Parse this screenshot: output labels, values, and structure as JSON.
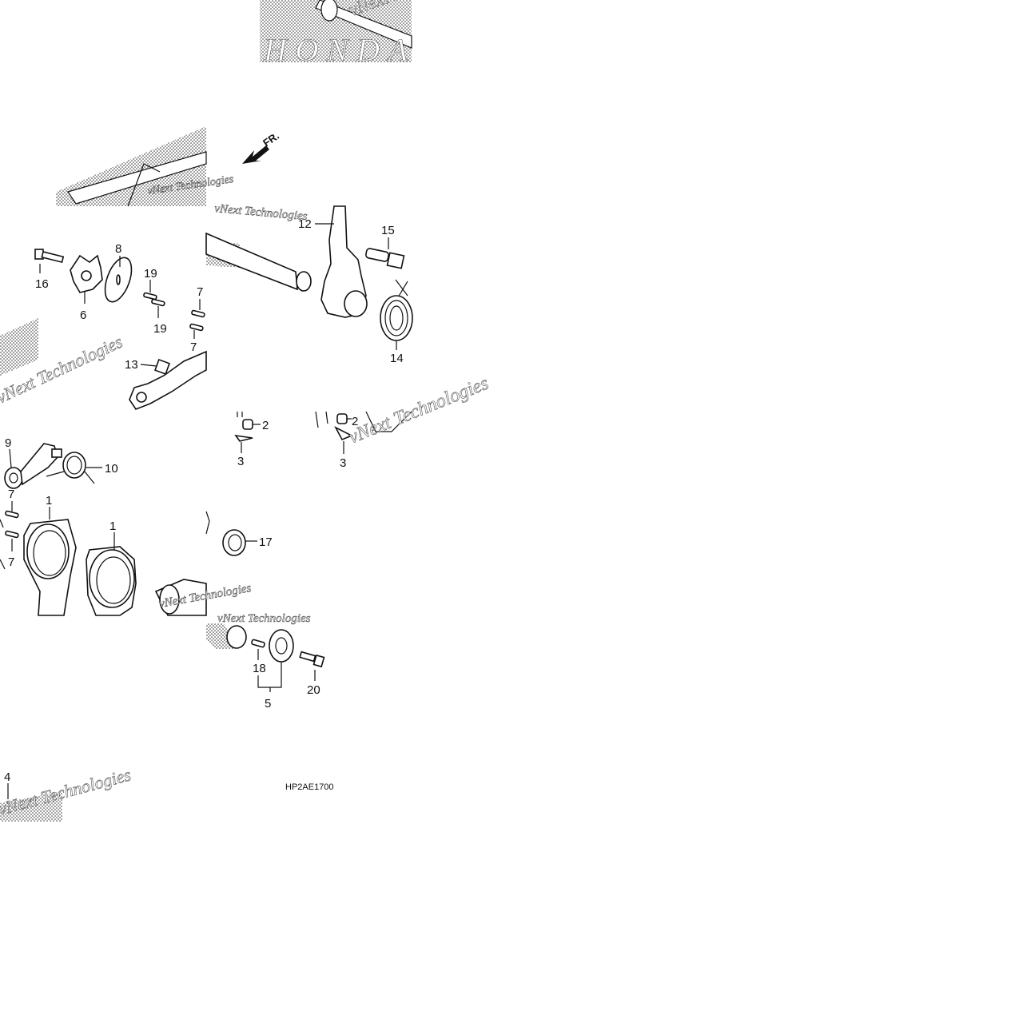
{
  "diagram": {
    "watermark_text": "vNext Technologies",
    "watermark_brand": "HONDA",
    "direction_label": "FR.",
    "diagram_code": "HP2AE1700",
    "callouts": {
      "c16": "16",
      "c6": "6",
      "c8": "8",
      "c19a": "19",
      "c19b": "19",
      "c7a": "7",
      "c7b": "7",
      "c7c": "7",
      "c7d": "7",
      "c13": "13",
      "c12": "12",
      "c15": "15",
      "c14": "14",
      "c9": "9",
      "c10": "10",
      "c1a": "1",
      "c1b": "1",
      "c2a": "2",
      "c2b": "2",
      "c3a": "3",
      "c3b": "3",
      "c17": "17",
      "c18": "18",
      "c5": "5",
      "c20": "20",
      "c4": "4"
    }
  }
}
